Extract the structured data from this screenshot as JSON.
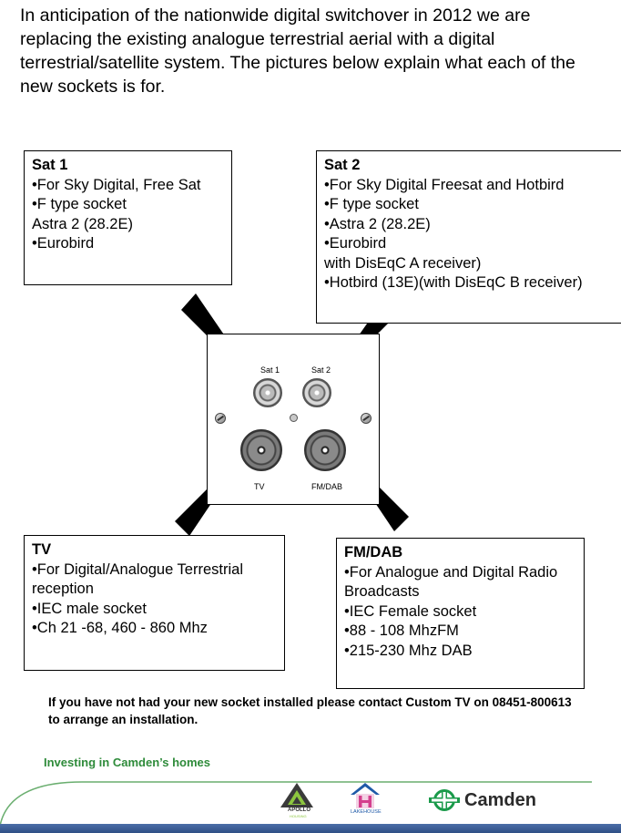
{
  "intro": "In anticipation of the nationwide digital switchover in 2012 we are replacing the existing analogue terrestrial aerial with a digital terrestrial/satellite system.  The pictures below explain what each of the new sockets is for.",
  "boxes": {
    "sat1": {
      "title": "Sat 1",
      "lines": [
        "•For Sky Digital, Free Sat",
        "•F type socket",
        "Astra 2 (28.2E)",
        "•Eurobird"
      ]
    },
    "sat2": {
      "title": "Sat 2",
      "lines": [
        "•For Sky Digital Freesat and Hotbird",
        "•F type socket",
        "•Astra 2 (28.2E)",
        "•Eurobird",
        "with DisEqC A receiver)",
        "•Hotbird (13E)(with DisEqC B receiver)"
      ]
    },
    "tv": {
      "title": "TV",
      "lines": [
        "•For Digital/Analogue Terrestrial reception",
        "•IEC male socket",
        "•Ch 21 -68, 460 - 860 Mhz"
      ]
    },
    "fm": {
      "title": "FM/DAB",
      "lines": [
        "•For Analogue and Digital Radio Broadcasts",
        "•IEC Female socket",
        "•88 - 108 MhzFM",
        "•215-230 Mhz DAB"
      ]
    }
  },
  "plate": {
    "sat1_label": "Sat 1",
    "sat2_label": "Sat 2",
    "tv_label": "TV",
    "fm_label": "FM/DAB"
  },
  "footer_note": "If you have not had your new socket installed please contact Custom TV on 08451-800613  to arrange an installation.",
  "tagline": "Investing in Camden’s homes",
  "logos": {
    "apollo": "APOLLO",
    "apollo_sub": "HOUSING",
    "lakehouse": "LAKEHOUSE",
    "camden": "Camden"
  },
  "colors": {
    "tagline_green": "#2e8b3a",
    "camden_green": "#1a9a4a",
    "lakehouse_blue": "#1f5aa8",
    "lakehouse_pink": "#d43f8d",
    "bar_blue": "#3b5d98"
  }
}
